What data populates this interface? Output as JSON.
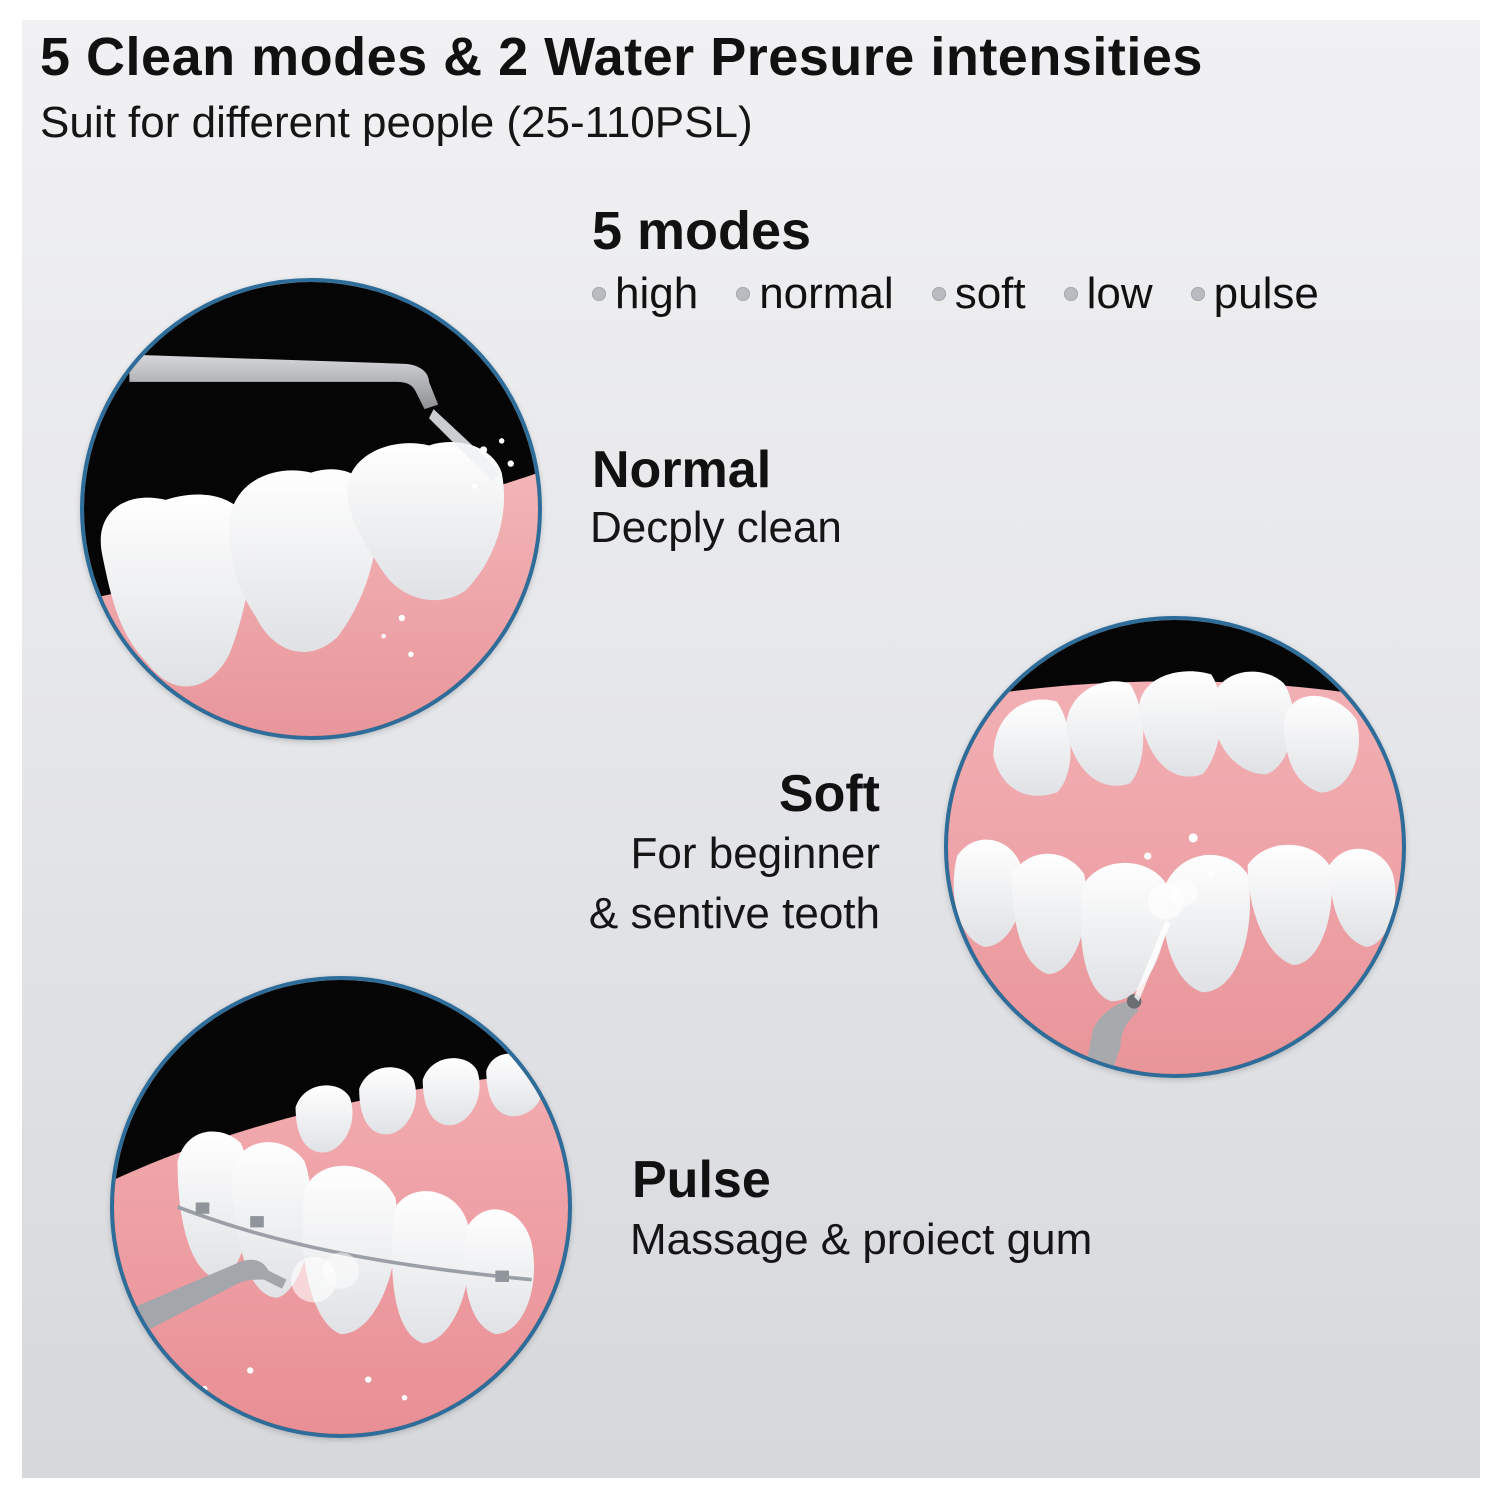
{
  "headline": "5 Clean modes & 2 Water Presure intensities",
  "subhead": "Suit for different people (25-110PSL)",
  "modes": {
    "title": "5 modes",
    "items": [
      "high",
      "normal",
      "soft",
      "low",
      "pulse"
    ]
  },
  "features": [
    {
      "title": "Normal",
      "desc_lines": [
        "Decply clean"
      ]
    },
    {
      "title": "Soft",
      "desc_lines": [
        "For beginner",
        "& sentive teoth"
      ]
    },
    {
      "title": "Pulse",
      "desc_lines": [
        "Massage & proiect gum"
      ]
    }
  ],
  "colors": {
    "circle_border": "#2e6d9a",
    "gum": "#efa9ad",
    "tooth": "#f7f7f7",
    "backdrop": "#050505"
  }
}
